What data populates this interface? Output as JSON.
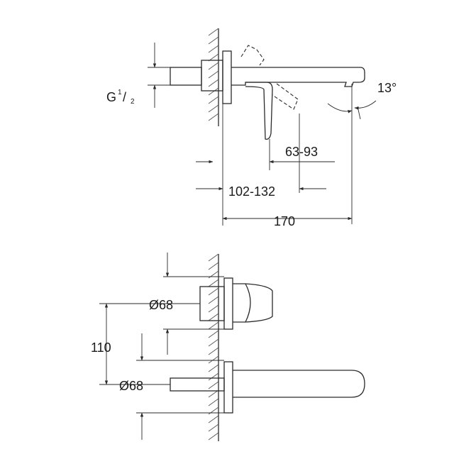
{
  "dimensions": {
    "thread_g": "G",
    "thread_num": "1",
    "thread_slash": "/",
    "thread_den": "2",
    "angle": "13°",
    "handle_reach": "63-93",
    "wall_depth": "102-132",
    "spout_length": "170",
    "diameter_upper": "Ø68",
    "diameter_lower": "Ø68",
    "center_distance": "110"
  }
}
